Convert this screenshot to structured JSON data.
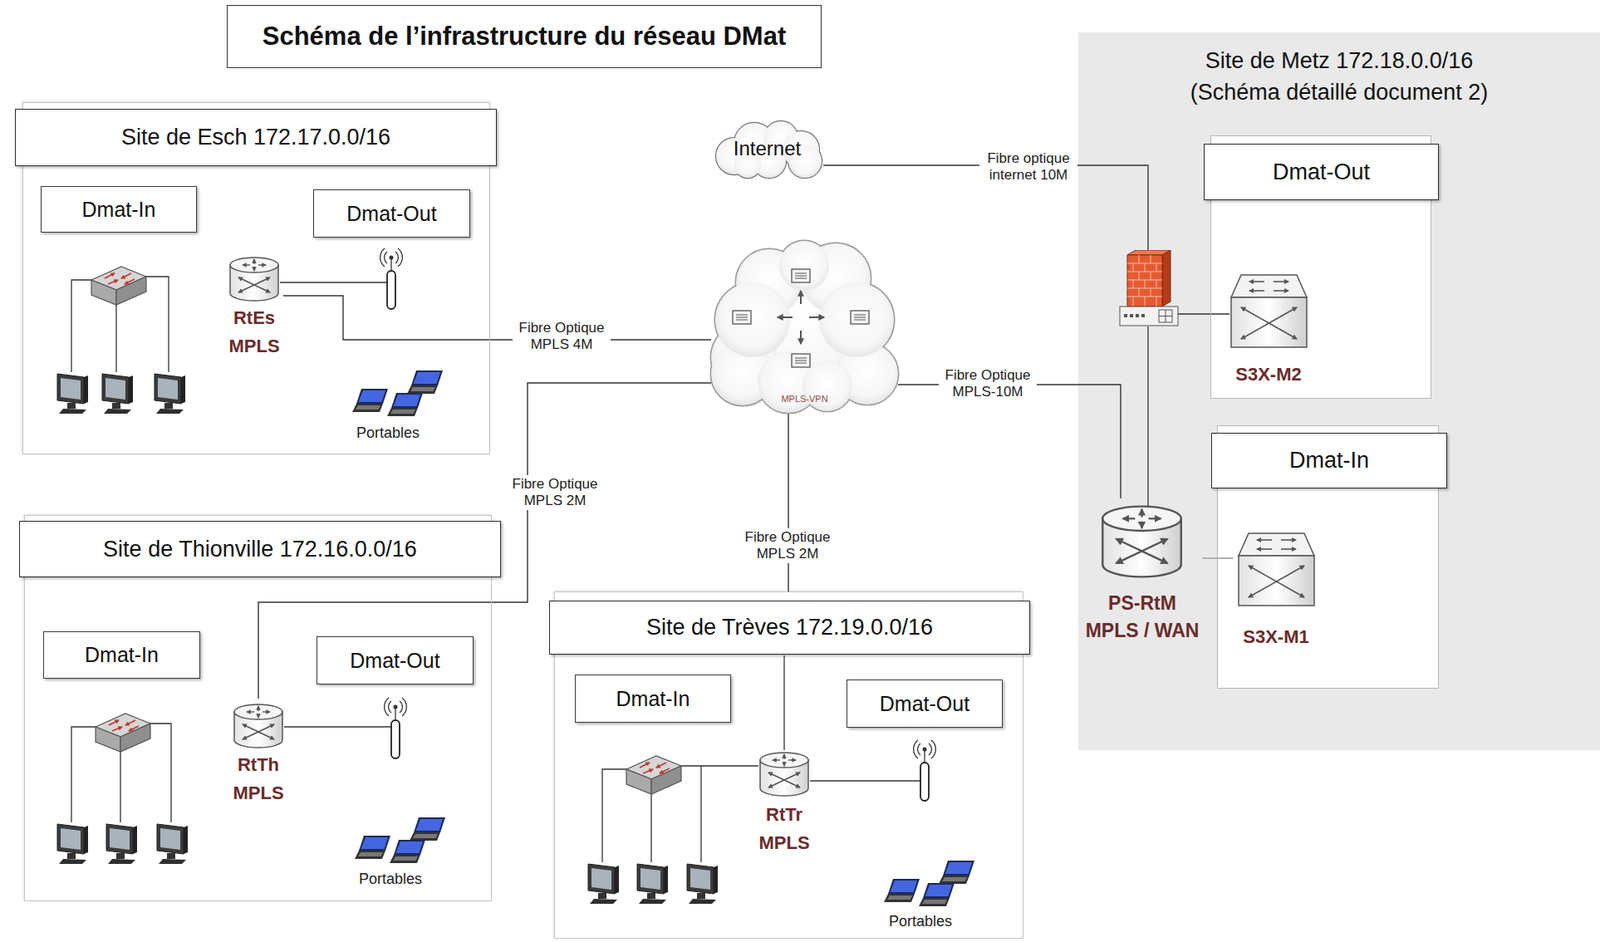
{
  "diagram": {
    "title": "Schéma de l’infrastructure du réseau DMat",
    "nodes": [
      {
        "text": [
          "Site de Esch 172.17.0.0/16"
        ]
      },
      {
        "text": [
          "Dmat-In"
        ],
        "in": 0
      },
      {
        "text": [
          "Dmat-Out"
        ],
        "in": 0
      },
      {
        "text": [
          "RtEs",
          "MPLS"
        ],
        "in": 0
      },
      {
        "text": [
          "Internet"
        ]
      },
      {
        "text": [
          "MPLS-VPN"
        ]
      },
      {
        "text": [
          "Site de Metz 172.18.0.0/16",
          "(Schéma détaillé document 2)"
        ]
      },
      {
        "text": [
          "Dmat-Out"
        ],
        "in": 6
      },
      {
        "text": [
          "S3X-M2"
        ],
        "in": 7
      },
      {
        "text": [
          "Dmat-In"
        ],
        "in": 6
      },
      {
        "text": [
          "S3X-M1"
        ],
        "in": 9
      },
      {
        "text": [
          "PS-RtM",
          "MPLS / WAN"
        ],
        "in": 6
      },
      {
        "text": [
          "Site de Thionville 172.16.0.0/16"
        ]
      },
      {
        "text": [
          "Dmat-In"
        ],
        "in": 12
      },
      {
        "text": [
          "Dmat-Out"
        ],
        "in": 12
      },
      {
        "text": [
          "RtTh",
          "MPLS"
        ],
        "in": 12
      },
      {
        "text": [
          "Site de Trèves 172.19.0.0/16"
        ]
      },
      {
        "text": [
          "Dmat-In"
        ],
        "in": 16
      },
      {
        "text": [
          "Dmat-Out"
        ],
        "in": 16
      },
      {
        "text": [
          "RtTr",
          "MPLS"
        ],
        "in": 16
      }
    ],
    "edges": [
      {
        "from": 3,
        "to": 5,
        "label": "Fibre Optique MPLS 4M",
        "arrow": "none"
      },
      {
        "from": 5,
        "to": 11,
        "label": "Fibre Optique MPLS-10M",
        "arrow": "none"
      },
      {
        "from": 5,
        "to": 15,
        "label": "Fibre Optique MPLS 2M",
        "arrow": "none"
      },
      {
        "from": 5,
        "to": 16,
        "label": "Fibre Optique MPLS 2M",
        "arrow": "none"
      },
      {
        "from": 11,
        "to": 10,
        "arrow": "none"
      }
    ],
    "labels": [
      "Fibre optique internet 10M",
      "Portables",
      "Portables",
      "Portables"
    ]
  }
}
